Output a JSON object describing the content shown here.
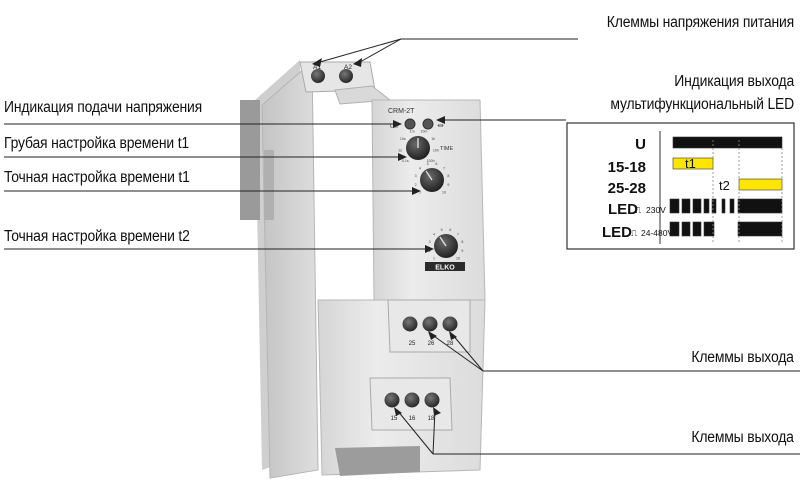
{
  "callouts": {
    "supply_terminals": "Клеммы напряжения питания",
    "output_indication": "Индикация выхода",
    "multifunction_led": "мультифункциональный LED",
    "supply_indication": "Индикация подачи напряжения",
    "coarse_t1": "Грубая настройка времени t1",
    "fine_t1": "Точная настройка времени t1",
    "fine_t2": "Точная настройка времени t2",
    "output_terminals_1": "Клеммы выхода",
    "output_terminals_2": "Клеммы выхода"
  },
  "device": {
    "model": "CRM-2T",
    "brand": "ELKO",
    "un_label": "Un",
    "time_label": "TIME",
    "terminals_top": [
      "A1",
      "A2"
    ],
    "terminals_mid": [
      "25",
      "26",
      "28"
    ],
    "terminals_bottom": [
      "15",
      "16",
      "18"
    ],
    "coarse_labels": [
      "0.1s",
      "1s",
      "10s",
      "1m",
      "10m",
      "1h",
      "10h",
      "100h"
    ],
    "fine_labels": [
      "1",
      "2",
      "3",
      "4",
      "5",
      "6",
      "7",
      "8",
      "9",
      "10"
    ],
    "colors": {
      "body": "#ececec",
      "led_green": "#6aa84f",
      "led_red": "#d9534f"
    }
  },
  "timing": {
    "rows": [
      {
        "label": "U",
        "sub": ""
      },
      {
        "label": "15-18",
        "sub": ""
      },
      {
        "label": "25-28",
        "sub": ""
      },
      {
        "label": "LED",
        "sub": "230V"
      },
      {
        "label": "LED",
        "sub": "24-480V"
      }
    ],
    "t1_label": "t1",
    "t2_label": "t2",
    "colors": {
      "bar": "#111111",
      "highlight": "#ffe600",
      "border": "#333333"
    }
  }
}
